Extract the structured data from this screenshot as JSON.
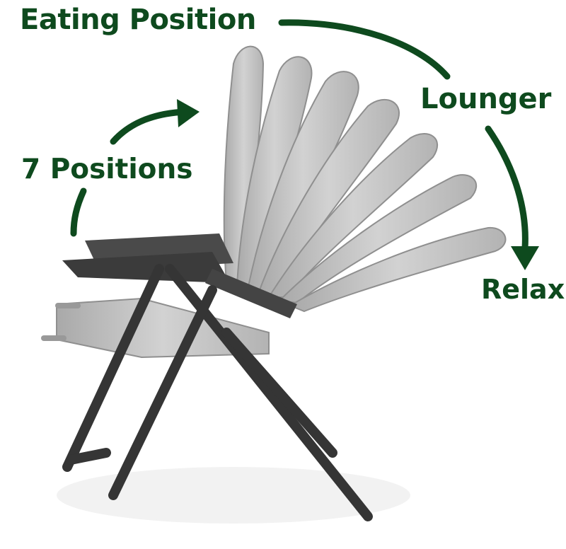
{
  "labels": {
    "eating_position": "Eating Position",
    "lounger": "Lounger",
    "seven_positions": "7 Positions",
    "relax": "Relax"
  },
  "colors": {
    "label_green": "#0e4a1e",
    "arrow_green": "#0e4a1e",
    "frame": "#3a3a3a",
    "fabric": "#bdbdbd"
  },
  "icons": {
    "arrows": "curved-arrow",
    "chair": "reclining-chair-photo"
  }
}
